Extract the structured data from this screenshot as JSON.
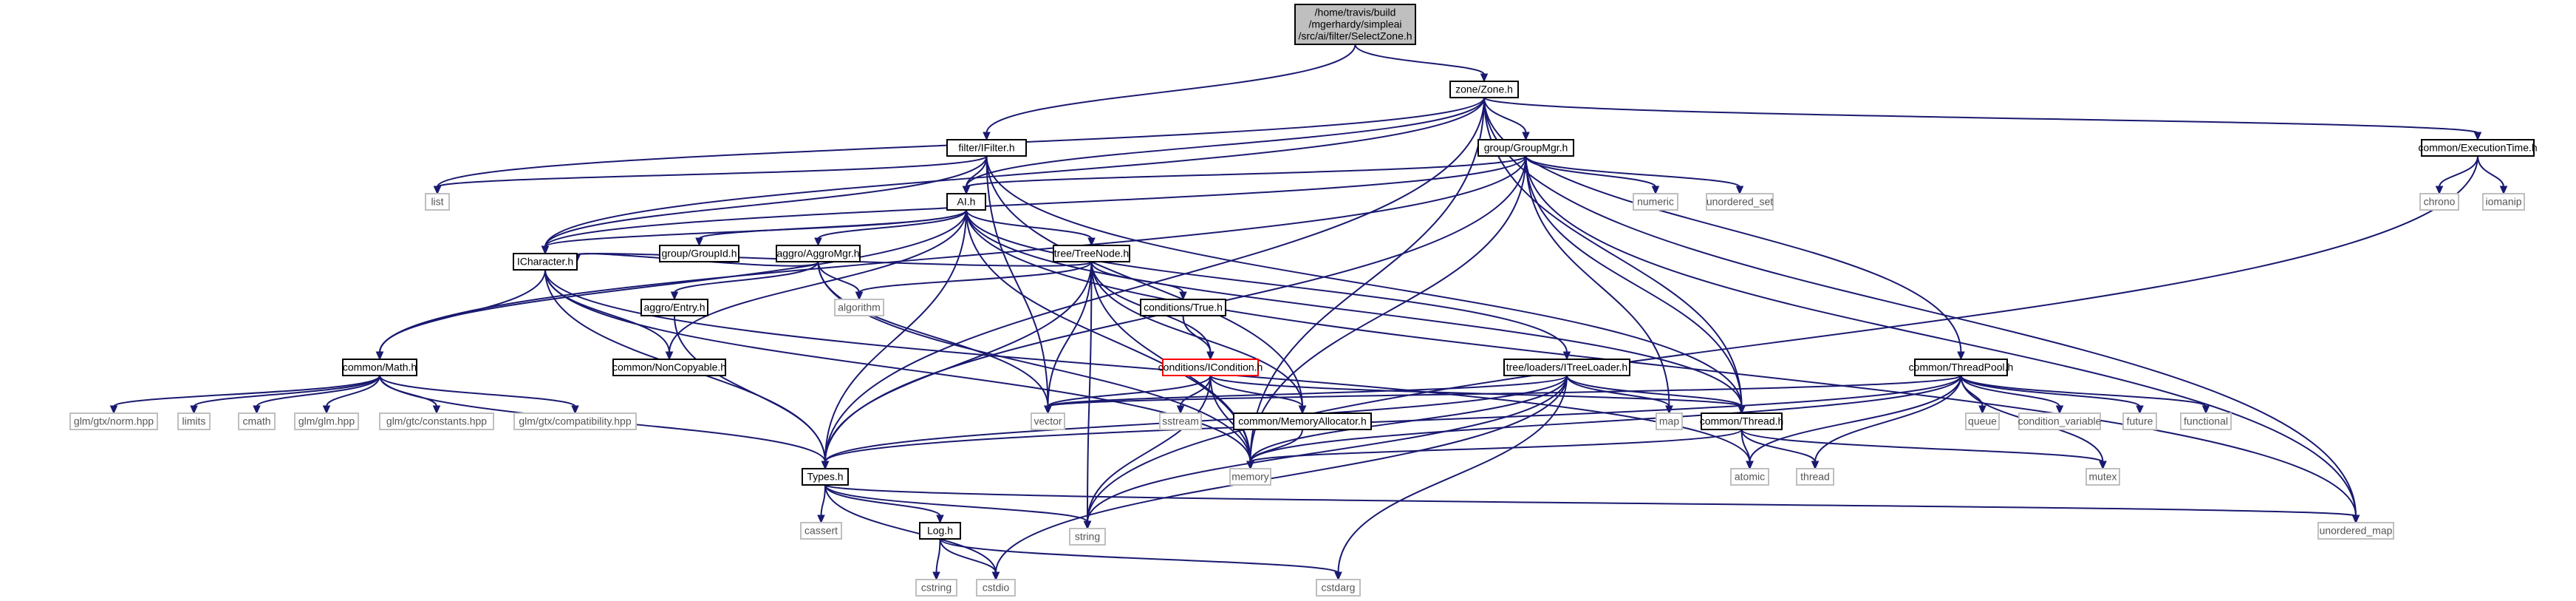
{
  "colors": {
    "edge": "#191970",
    "node_border": "#000000",
    "external_border": "#bfbfbf",
    "root_fill": "#bfbfbf",
    "highlight_border": "#ff0000",
    "text": "#000000",
    "external_text": "#555555"
  },
  "nodes": [
    {
      "id": "root",
      "lines": [
        "/home/travis/build",
        "/mgerhardy/simpleai",
        "/src/ai/filter/SelectZone.h"
      ],
      "kind": "root"
    },
    {
      "id": "zone",
      "lines": [
        "zone/Zone.h"
      ],
      "kind": "local"
    },
    {
      "id": "ifilter",
      "lines": [
        "filter/IFilter.h"
      ],
      "kind": "local"
    },
    {
      "id": "groupmgr",
      "lines": [
        "group/GroupMgr.h"
      ],
      "kind": "local"
    },
    {
      "id": "exectime",
      "lines": [
        "common/ExecutionTime.h"
      ],
      "kind": "local"
    },
    {
      "id": "list",
      "lines": [
        "list"
      ],
      "kind": "external"
    },
    {
      "id": "ai",
      "lines": [
        "AI.h"
      ],
      "kind": "local"
    },
    {
      "id": "numeric",
      "lines": [
        "numeric"
      ],
      "kind": "external"
    },
    {
      "id": "unordered_set",
      "lines": [
        "unordered_set"
      ],
      "kind": "external"
    },
    {
      "id": "chrono",
      "lines": [
        "chrono"
      ],
      "kind": "external"
    },
    {
      "id": "iomanip",
      "lines": [
        "iomanip"
      ],
      "kind": "external"
    },
    {
      "id": "groupid",
      "lines": [
        "group/GroupId.h"
      ],
      "kind": "local"
    },
    {
      "id": "aggromgr",
      "lines": [
        "aggro/AggroMgr.h"
      ],
      "kind": "local"
    },
    {
      "id": "treenode",
      "lines": [
        "tree/TreeNode.h"
      ],
      "kind": "local"
    },
    {
      "id": "icharacter",
      "lines": [
        "ICharacter.h"
      ],
      "kind": "local"
    },
    {
      "id": "algorithm",
      "lines": [
        "algorithm"
      ],
      "kind": "external"
    },
    {
      "id": "entry",
      "lines": [
        "aggro/Entry.h"
      ],
      "kind": "local"
    },
    {
      "id": "true",
      "lines": [
        "conditions/True.h"
      ],
      "kind": "local"
    },
    {
      "id": "math",
      "lines": [
        "common/Math.h"
      ],
      "kind": "local"
    },
    {
      "id": "noncopyable",
      "lines": [
        "common/NonCopyable.h"
      ],
      "kind": "local"
    },
    {
      "id": "icondition",
      "lines": [
        "conditions/ICondition.h"
      ],
      "kind": "highlight"
    },
    {
      "id": "itreeloader",
      "lines": [
        "tree/loaders/ITreeLoader.h"
      ],
      "kind": "local"
    },
    {
      "id": "threadpool",
      "lines": [
        "common/ThreadPool.h"
      ],
      "kind": "local"
    },
    {
      "id": "norm",
      "lines": [
        "glm/gtx/norm.hpp"
      ],
      "kind": "external"
    },
    {
      "id": "limits",
      "lines": [
        "limits"
      ],
      "kind": "external"
    },
    {
      "id": "cmath",
      "lines": [
        "cmath"
      ],
      "kind": "external"
    },
    {
      "id": "glm",
      "lines": [
        "glm/glm.hpp"
      ],
      "kind": "external"
    },
    {
      "id": "constants",
      "lines": [
        "glm/gtc/constants.hpp"
      ],
      "kind": "external"
    },
    {
      "id": "compat",
      "lines": [
        "glm/gtx/compatibility.hpp"
      ],
      "kind": "external"
    },
    {
      "id": "vector",
      "lines": [
        "vector"
      ],
      "kind": "external"
    },
    {
      "id": "sstream",
      "lines": [
        "sstream"
      ],
      "kind": "external"
    },
    {
      "id": "memalloc",
      "lines": [
        "common/MemoryAllocator.h"
      ],
      "kind": "local"
    },
    {
      "id": "map",
      "lines": [
        "map"
      ],
      "kind": "external"
    },
    {
      "id": "thread_h",
      "lines": [
        "common/Thread.h"
      ],
      "kind": "local"
    },
    {
      "id": "queue",
      "lines": [
        "queue"
      ],
      "kind": "external"
    },
    {
      "id": "condvar",
      "lines": [
        "condition_variable"
      ],
      "kind": "external"
    },
    {
      "id": "future",
      "lines": [
        "future"
      ],
      "kind": "external"
    },
    {
      "id": "functional",
      "lines": [
        "functional"
      ],
      "kind": "external"
    },
    {
      "id": "types",
      "lines": [
        "Types.h"
      ],
      "kind": "local"
    },
    {
      "id": "memory",
      "lines": [
        "memory"
      ],
      "kind": "external"
    },
    {
      "id": "atomic",
      "lines": [
        "atomic"
      ],
      "kind": "external"
    },
    {
      "id": "thread",
      "lines": [
        "thread"
      ],
      "kind": "external"
    },
    {
      "id": "mutex",
      "lines": [
        "mutex"
      ],
      "kind": "external"
    },
    {
      "id": "cassert",
      "lines": [
        "cassert"
      ],
      "kind": "external"
    },
    {
      "id": "log",
      "lines": [
        "Log.h"
      ],
      "kind": "local"
    },
    {
      "id": "string",
      "lines": [
        "string"
      ],
      "kind": "external"
    },
    {
      "id": "unordered_map",
      "lines": [
        "unordered_map"
      ],
      "kind": "external"
    },
    {
      "id": "cstring",
      "lines": [
        "cstring"
      ],
      "kind": "external"
    },
    {
      "id": "cstdio",
      "lines": [
        "cstdio"
      ],
      "kind": "external"
    },
    {
      "id": "cstdarg",
      "lines": [
        "cstdarg"
      ],
      "kind": "external"
    }
  ],
  "edges": [
    [
      "root",
      "zone"
    ],
    [
      "root",
      "ifilter"
    ],
    [
      "zone",
      "groupmgr"
    ],
    [
      "zone",
      "exectime"
    ],
    [
      "zone",
      "list"
    ],
    [
      "zone",
      "ai"
    ],
    [
      "zone",
      "icharacter"
    ],
    [
      "zone",
      "types"
    ],
    [
      "zone",
      "memory"
    ],
    [
      "zone",
      "thread_h"
    ],
    [
      "zone",
      "threadpool"
    ],
    [
      "zone",
      "unordered_map"
    ],
    [
      "ifilter",
      "list"
    ],
    [
      "ifilter",
      "ai"
    ],
    [
      "ifilter",
      "icharacter"
    ],
    [
      "ifilter",
      "vector"
    ],
    [
      "ifilter",
      "memalloc"
    ],
    [
      "ifilter",
      "thread_h"
    ],
    [
      "groupmgr",
      "ai"
    ],
    [
      "groupmgr",
      "icharacter"
    ],
    [
      "groupmgr",
      "math"
    ],
    [
      "groupmgr",
      "types"
    ],
    [
      "groupmgr",
      "numeric"
    ],
    [
      "groupmgr",
      "unordered_set"
    ],
    [
      "groupmgr",
      "map"
    ],
    [
      "groupmgr",
      "memory"
    ],
    [
      "groupmgr",
      "thread_h"
    ],
    [
      "groupmgr",
      "unordered_map"
    ],
    [
      "exectime",
      "chrono"
    ],
    [
      "exectime",
      "iomanip"
    ],
    [
      "exectime",
      "string"
    ],
    [
      "ai",
      "groupid"
    ],
    [
      "ai",
      "aggromgr"
    ],
    [
      "ai",
      "treenode"
    ],
    [
      "ai",
      "icharacter"
    ],
    [
      "ai",
      "math"
    ],
    [
      "ai",
      "noncopyable"
    ],
    [
      "ai",
      "itreeloader"
    ],
    [
      "ai",
      "types"
    ],
    [
      "ai",
      "memory"
    ],
    [
      "ai",
      "thread_h"
    ],
    [
      "ai",
      "unordered_map"
    ],
    [
      "aggromgr",
      "icharacter"
    ],
    [
      "aggromgr",
      "entry"
    ],
    [
      "aggromgr",
      "algorithm"
    ],
    [
      "aggromgr",
      "vector"
    ],
    [
      "aggromgr",
      "memory"
    ],
    [
      "treenode",
      "algorithm"
    ],
    [
      "treenode",
      "true"
    ],
    [
      "treenode",
      "icondition"
    ],
    [
      "treenode",
      "icharacter"
    ],
    [
      "treenode",
      "types"
    ],
    [
      "treenode",
      "vector"
    ],
    [
      "treenode",
      "memory"
    ],
    [
      "treenode",
      "string"
    ],
    [
      "treenode",
      "memalloc"
    ],
    [
      "icharacter",
      "math"
    ],
    [
      "icharacter",
      "noncopyable"
    ],
    [
      "icharacter",
      "types"
    ],
    [
      "icharacter",
      "memory"
    ],
    [
      "icharacter",
      "atomic"
    ],
    [
      "entry",
      "types"
    ],
    [
      "true",
      "icondition"
    ],
    [
      "math",
      "norm"
    ],
    [
      "math",
      "limits"
    ],
    [
      "math",
      "cmath"
    ],
    [
      "math",
      "glm"
    ],
    [
      "math",
      "constants"
    ],
    [
      "math",
      "compat"
    ],
    [
      "math",
      "types"
    ],
    [
      "icondition",
      "vector"
    ],
    [
      "icondition",
      "sstream"
    ],
    [
      "icondition",
      "string"
    ],
    [
      "icondition",
      "memory"
    ],
    [
      "icondition",
      "memalloc"
    ],
    [
      "icondition",
      "thread_h"
    ],
    [
      "itreeloader",
      "vector"
    ],
    [
      "itreeloader",
      "map"
    ],
    [
      "itreeloader",
      "thread_h"
    ],
    [
      "itreeloader",
      "types"
    ],
    [
      "itreeloader",
      "memory"
    ],
    [
      "itreeloader",
      "string"
    ],
    [
      "itreeloader",
      "cstdio"
    ],
    [
      "itreeloader",
      "cstdarg"
    ],
    [
      "threadpool",
      "vector"
    ],
    [
      "threadpool",
      "queue"
    ],
    [
      "threadpool",
      "condvar"
    ],
    [
      "threadpool",
      "future"
    ],
    [
      "threadpool",
      "functional"
    ],
    [
      "threadpool",
      "memory"
    ],
    [
      "threadpool",
      "thread"
    ],
    [
      "threadpool",
      "atomic"
    ],
    [
      "threadpool",
      "mutex"
    ],
    [
      "threadpool",
      "types"
    ],
    [
      "memalloc",
      "memory"
    ],
    [
      "thread_h",
      "memory"
    ],
    [
      "thread_h",
      "atomic"
    ],
    [
      "thread_h",
      "thread"
    ],
    [
      "thread_h",
      "mutex"
    ],
    [
      "types",
      "cassert"
    ],
    [
      "types",
      "log"
    ],
    [
      "types",
      "string"
    ],
    [
      "types",
      "cstdio"
    ],
    [
      "types",
      "unordered_map"
    ],
    [
      "log",
      "cstring"
    ],
    [
      "log",
      "cstdio"
    ],
    [
      "log",
      "cstdarg"
    ]
  ]
}
